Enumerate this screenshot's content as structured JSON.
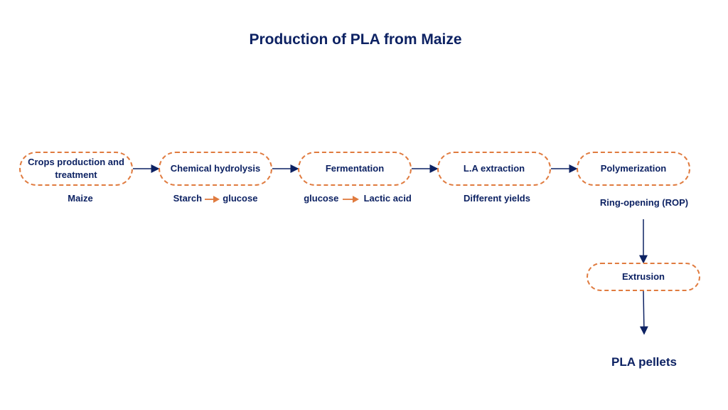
{
  "title": "Production of PLA from Maize",
  "steps": [
    {
      "label": "Crops production and treatment",
      "sub": "Maize"
    },
    {
      "label": "Chemical hydrolysis",
      "sub_from": "Starch",
      "sub_to": "glucose"
    },
    {
      "label": "Fermentation",
      "sub_from": "glucose",
      "sub_to": "Lactic acid"
    },
    {
      "label": "L.A extraction",
      "sub": "Different yields"
    },
    {
      "label": "Polymerization",
      "sub": "Ring-opening (ROP)"
    },
    {
      "label": "Extrusion"
    }
  ],
  "output": "PLA pellets",
  "colors": {
    "text": "#0d2263",
    "border": "#e07b3f",
    "arrow": "#0d2263",
    "inline_arrow": "#e07b3f"
  }
}
